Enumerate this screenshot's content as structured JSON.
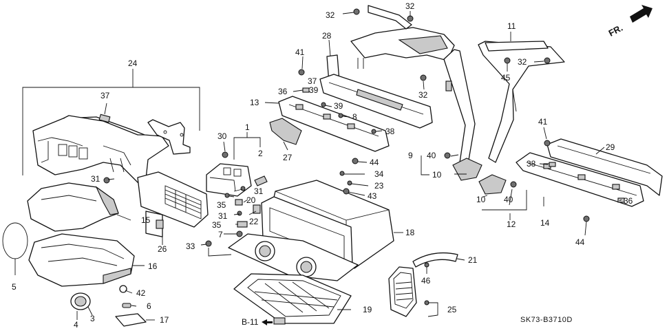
{
  "diagram": {
    "part_numbers": [
      {
        "id": "p32a",
        "label": "32"
      },
      {
        "id": "p32b",
        "label": "32"
      },
      {
        "id": "p32c",
        "label": "32"
      },
      {
        "id": "p32d",
        "label": "32"
      },
      {
        "id": "p28",
        "label": "28"
      },
      {
        "id": "p41a",
        "label": "41"
      },
      {
        "id": "p37a",
        "label": "37"
      },
      {
        "id": "p36a",
        "label": "36"
      },
      {
        "id": "p39a",
        "label": "39"
      },
      {
        "id": "p13",
        "label": "13"
      },
      {
        "id": "p39b",
        "label": "39"
      },
      {
        "id": "p8",
        "label": "8"
      },
      {
        "id": "p38a",
        "label": "38"
      },
      {
        "id": "p24",
        "label": "24"
      },
      {
        "id": "p37b",
        "label": "37"
      },
      {
        "id": "p1",
        "label": "1"
      },
      {
        "id": "p2",
        "label": "2"
      },
      {
        "id": "p30",
        "label": "30"
      },
      {
        "id": "p27",
        "label": "27"
      },
      {
        "id": "p44a",
        "label": "44"
      },
      {
        "id": "p34",
        "label": "34"
      },
      {
        "id": "p23",
        "label": "23"
      },
      {
        "id": "p43",
        "label": "43"
      },
      {
        "id": "p31a",
        "label": "31"
      },
      {
        "id": "p31b",
        "label": "31"
      },
      {
        "id": "p31c",
        "label": "31"
      },
      {
        "id": "p20",
        "label": "20"
      },
      {
        "id": "p35a",
        "label": "35"
      },
      {
        "id": "p35b",
        "label": "35"
      },
      {
        "id": "p22",
        "label": "22"
      },
      {
        "id": "p7",
        "label": "7"
      },
      {
        "id": "p33",
        "label": "33"
      },
      {
        "id": "p26",
        "label": "26"
      },
      {
        "id": "p15",
        "label": "15"
      },
      {
        "id": "p16",
        "label": "16"
      },
      {
        "id": "p5",
        "label": "5"
      },
      {
        "id": "p42",
        "label": "42"
      },
      {
        "id": "p6",
        "label": "6"
      },
      {
        "id": "p17",
        "label": "17"
      },
      {
        "id": "p4",
        "label": "4"
      },
      {
        "id": "p3",
        "label": "3"
      },
      {
        "id": "p18",
        "label": "18"
      },
      {
        "id": "p19",
        "label": "19"
      },
      {
        "id": "p21",
        "label": "21"
      },
      {
        "id": "p46",
        "label": "46"
      },
      {
        "id": "p25",
        "label": "25"
      },
      {
        "id": "p11",
        "label": "11"
      },
      {
        "id": "p45",
        "label": "45"
      },
      {
        "id": "p9",
        "label": "9"
      },
      {
        "id": "p40a",
        "label": "40"
      },
      {
        "id": "p10a",
        "label": "10"
      },
      {
        "id": "p10b",
        "label": "10"
      },
      {
        "id": "p40b",
        "label": "40"
      },
      {
        "id": "p12",
        "label": "12"
      },
      {
        "id": "p41b",
        "label": "41"
      },
      {
        "id": "p29",
        "label": "29"
      },
      {
        "id": "p38b",
        "label": "38"
      },
      {
        "id": "p36b",
        "label": "36"
      },
      {
        "id": "p14",
        "label": "14"
      },
      {
        "id": "p44b",
        "label": "44"
      }
    ],
    "reference_label": "B-11",
    "direction_label": "FR.",
    "drawing_code": "SK73-B3710D"
  }
}
